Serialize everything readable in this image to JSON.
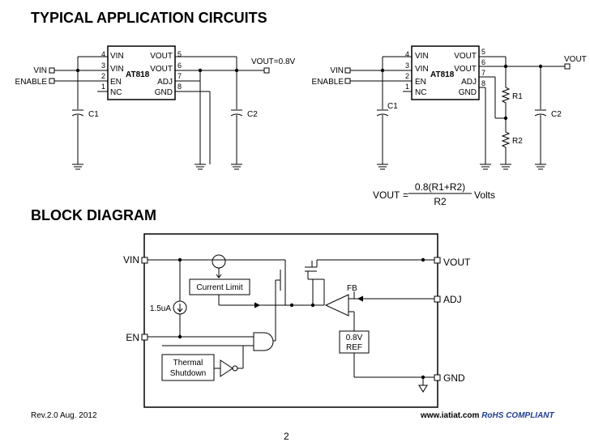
{
  "headings": {
    "typical": "TYPICAL APPLICATION CIRCUITS",
    "block": "BLOCK DIAGRAM"
  },
  "circuit_left": {
    "chip": "AT818",
    "pin_numbers": [
      "4",
      "3",
      "2",
      "1",
      "5",
      "6",
      "7",
      "8"
    ],
    "pin_labels": [
      "VIN",
      "VIN",
      "EN",
      "NC",
      "VOUT",
      "VOUT",
      "ADJ",
      "GND"
    ],
    "vin": "VIN",
    "enable": "ENABLE",
    "vout": "VOUT=0.8V",
    "c1": "C1",
    "c2": "C2"
  },
  "circuit_right": {
    "chip": "AT818",
    "pin_numbers": [
      "4",
      "3",
      "2",
      "1",
      "5",
      "6",
      "7",
      "8"
    ],
    "pin_labels": [
      "VIN",
      "VIN",
      "EN",
      "NC",
      "VOUT",
      "VOUT",
      "ADJ",
      "GND"
    ],
    "vin": "VIN",
    "enable": "ENABLE",
    "vout": "VOUT",
    "c1": "C1",
    "c2": "C2",
    "r1": "R1",
    "r2": "R2"
  },
  "formula": {
    "lhs": "VOUT",
    "eq": "=",
    "numerator": "0.8(R1+R2)",
    "denominator": "R2",
    "unit": "Volts"
  },
  "block": {
    "vin": "VIN",
    "en": "EN",
    "vout": "VOUT",
    "adj": "ADJ",
    "gnd": "GND",
    "current_limit": "Current Limit",
    "bias_current": "1.5uA",
    "thermal_line1": "Thermal",
    "thermal_line2": "Shutdown",
    "fb": "FB",
    "ref_line1": "0.8V",
    "ref_line2": "REF"
  },
  "footer": {
    "revision": "Rev.2.0 Aug. 2012",
    "website": "www.iatiat.com",
    "rohs": "RoHS COMPLIANT",
    "page": "2"
  }
}
